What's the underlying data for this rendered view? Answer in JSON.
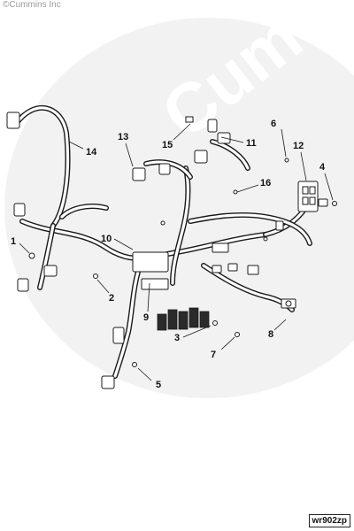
{
  "header": {
    "copyright": "©Cummins Inc"
  },
  "watermark": {
    "text": "Cummins",
    "color": "#eeeeee"
  },
  "callouts": [
    "1",
    "2",
    "3",
    "4",
    "5",
    "6",
    "7",
    "8",
    "9",
    "10",
    "11",
    "12",
    "13",
    "14",
    "15",
    "16"
  ],
  "footer": {
    "figure_id": "wr902zp"
  },
  "colors": {
    "line": "#1a1a1a",
    "background": "#ffffff"
  }
}
